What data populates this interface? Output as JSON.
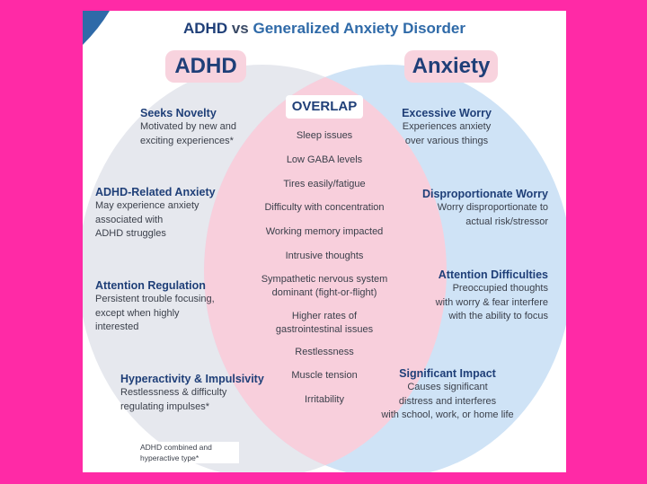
{
  "title": {
    "part1": "ADHD",
    "part2": "vs",
    "part3": "Generalized Anxiety Disorder"
  },
  "left_label": "ADHD",
  "right_label": "Anxiety",
  "overlap_label": "OVERLAP",
  "left_items": [
    {
      "heading": "Seeks Novelty",
      "lines": [
        "Motivated by new and",
        "exciting experiences*"
      ]
    },
    {
      "heading": "ADHD-Related Anxiety",
      "lines": [
        "May experience anxiety",
        "associated with",
        "ADHD struggles"
      ]
    },
    {
      "heading": "Attention Regulation",
      "lines": [
        "Persistent trouble focusing,",
        "except when highly",
        "interested"
      ]
    },
    {
      "heading": "Hyperactivity & Impulsivity",
      "lines": [
        "Restlessness & difficulty",
        "regulating impulses*"
      ]
    }
  ],
  "right_items": [
    {
      "heading": "Excessive Worry",
      "lines": [
        "Experiences anxiety",
        "over various things"
      ]
    },
    {
      "heading": "Disproportionate Worry",
      "lines": [
        "Worry disproportionate to",
        "actual risk/stressor"
      ]
    },
    {
      "heading": "Attention Difficulties",
      "lines": [
        "Preoccupied thoughts",
        "with worry & fear interfere",
        "with the ability to focus"
      ]
    },
    {
      "heading": "Significant Impact",
      "lines": [
        "Causes significant",
        "distress and interferes",
        "with school, work, or home life"
      ]
    }
  ],
  "overlap_items": [
    [
      "Sleep issues"
    ],
    [
      "Low GABA levels"
    ],
    [
      "Tires easily/fatigue"
    ],
    [
      "Difficulty with concentration"
    ],
    [
      "Working memory impacted"
    ],
    [
      "Intrusive thoughts"
    ],
    [
      "Sympathetic nervous system",
      "dominant (fight-or-flight)"
    ],
    [
      "Higher rates of",
      "gastrointestinal issues"
    ],
    [
      "Restlessness"
    ],
    [
      "Muscle tension"
    ],
    [
      "Irritability"
    ]
  ],
  "footnote": [
    "ADHD combined and",
    "hyperactive type*"
  ],
  "colors": {
    "background": "#ff2aa6",
    "left_circle": "#e6e8ee",
    "right_circle": "#cfe3f6",
    "overlap": "#f8cfdc",
    "navy": "#1f3f78"
  }
}
